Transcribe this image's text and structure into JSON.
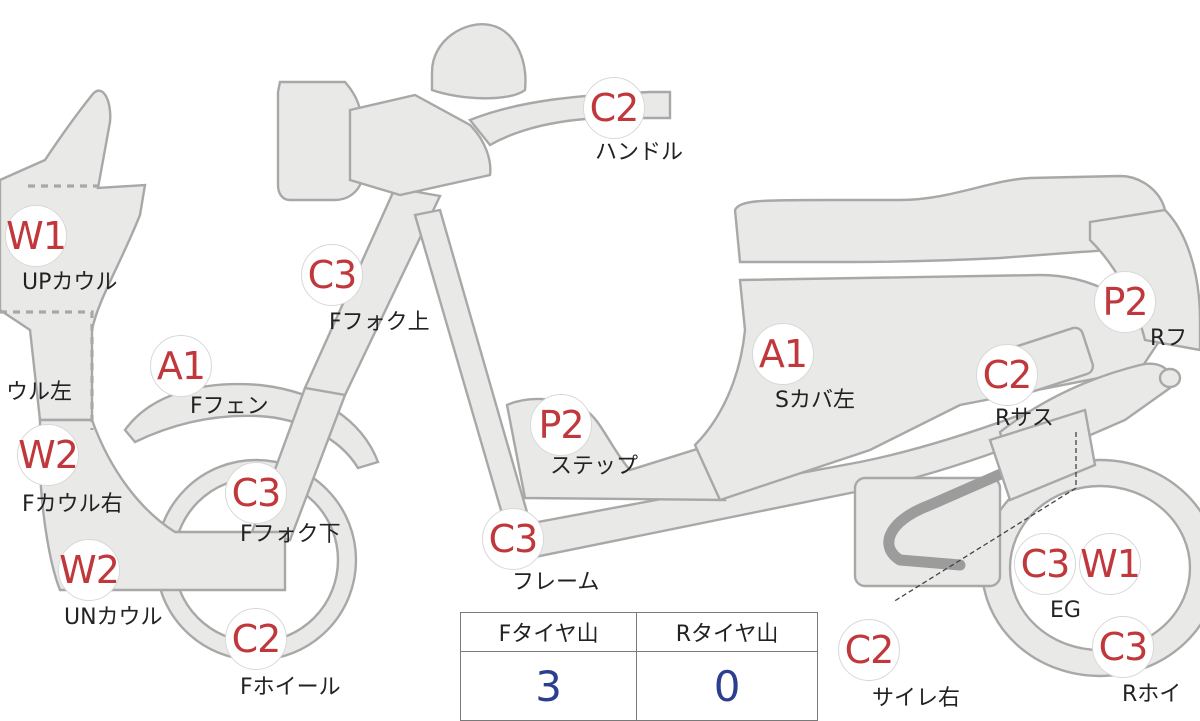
{
  "markers": [
    {
      "id": "up-cowl",
      "code": "W1",
      "label": "UPカウル"
    },
    {
      "id": "cowl-left",
      "code": "",
      "label": "ウル左"
    },
    {
      "id": "f-cowl-right",
      "code": "W2",
      "label": "Fカウル右"
    },
    {
      "id": "un-cowl",
      "code": "W2",
      "label": "UNカウル"
    },
    {
      "id": "f-fender",
      "code": "A1",
      "label": "Fフェン"
    },
    {
      "id": "f-fork-upper",
      "code": "C3",
      "label": "Fフォク上"
    },
    {
      "id": "f-fork-lower",
      "code": "C3",
      "label": "Fフォク下"
    },
    {
      "id": "f-wheel",
      "code": "C2",
      "label": "Fホイール"
    },
    {
      "id": "handle",
      "code": "C2",
      "label": "ハンドル"
    },
    {
      "id": "step",
      "code": "P2",
      "label": "ステップ"
    },
    {
      "id": "frame",
      "code": "C3",
      "label": "フレーム"
    },
    {
      "id": "s-cover-left",
      "code": "A1",
      "label": "Sカバ左"
    },
    {
      "id": "r-suspension",
      "code": "C2",
      "label": "Rサス"
    },
    {
      "id": "r-fender",
      "code": "P2",
      "label": "Rフ"
    },
    {
      "id": "engine-c",
      "code": "C3",
      "label": "EG"
    },
    {
      "id": "engine-w",
      "code": "W1",
      "label": ""
    },
    {
      "id": "r-wheel",
      "code": "C3",
      "label": "Rホイ"
    },
    {
      "id": "muffler-right",
      "code": "C2",
      "label": "サイレ右"
    }
  ],
  "tire_table": {
    "headers": [
      "Fタイヤ山",
      "Rタイヤ山"
    ],
    "values": [
      "3",
      "0"
    ]
  }
}
